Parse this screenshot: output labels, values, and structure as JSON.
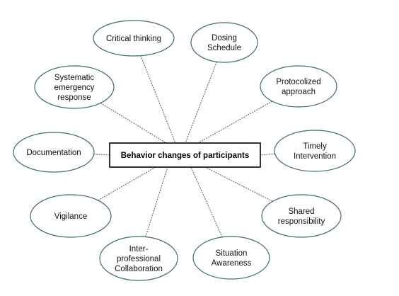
{
  "center": {
    "label": "Behavior changes of participants"
  },
  "nodes": [
    {
      "id": "critical-thinking",
      "lines": [
        "Critical thinking"
      ]
    },
    {
      "id": "dosing-schedule",
      "lines": [
        "Dosing",
        "Schedule"
      ]
    },
    {
      "id": "protocolized-approach",
      "lines": [
        "Protocolized",
        "approach"
      ]
    },
    {
      "id": "timely-intervention",
      "lines": [
        "Timely",
        "Intervention"
      ]
    },
    {
      "id": "shared-responsibility",
      "lines": [
        "Shared",
        "responsibility"
      ]
    },
    {
      "id": "situation-awareness",
      "lines": [
        "Situation",
        "Awareness"
      ]
    },
    {
      "id": "interprofessional-collaboration",
      "lines": [
        "Inter-",
        "professional",
        "Collaboration"
      ]
    },
    {
      "id": "vigilance",
      "lines": [
        "Vigilance"
      ]
    },
    {
      "id": "documentation",
      "lines": [
        "Documentation"
      ]
    },
    {
      "id": "systematic-emergency-response",
      "lines": [
        "Systematic",
        "emergency",
        "response"
      ]
    }
  ],
  "colors": {
    "ellipse_stroke": "#3f6f5a",
    "connector": "#555555",
    "center_border": "#000000"
  }
}
